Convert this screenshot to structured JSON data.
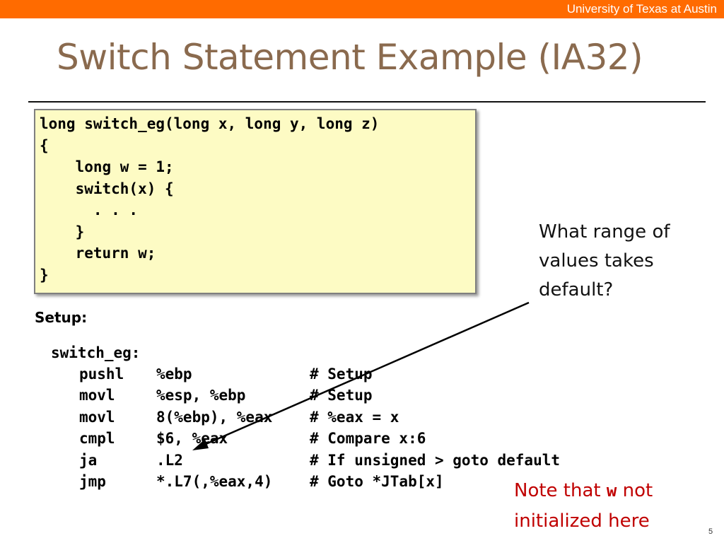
{
  "header": {
    "institution": "University of Texas at Austin",
    "bar_color": "#ff6b00"
  },
  "title": "Switch Statement Example (IA32)",
  "c_code": {
    "lines": [
      "long switch_eg(long x, long y, long z)",
      "{",
      "    long w = 1;",
      "    switch(x) {",
      "      . . .",
      "    }",
      "    return w;",
      "}"
    ]
  },
  "question": {
    "lines": [
      "What range of",
      "values takes",
      "default?"
    ]
  },
  "setup_label": "Setup:",
  "assembly": {
    "label": "switch_eg:",
    "rows": [
      {
        "instr": "pushl",
        "operands": "%ebp",
        "comment": "# Setup"
      },
      {
        "instr": "movl",
        "operands": "%esp, %ebp",
        "comment": "# Setup"
      },
      {
        "instr": "movl",
        "operands": "8(%ebp), %eax",
        "comment": "# %eax = x"
      },
      {
        "instr": "cmpl",
        "operands": "$6, %eax",
        "comment": "# Compare x:6"
      },
      {
        "instr": "ja",
        "operands": ".L2",
        "comment": "# If unsigned > goto default"
      },
      {
        "instr": "jmp",
        "operands": "*.L7(,%eax,4)",
        "comment": "# Goto *JTab[x]"
      }
    ]
  },
  "note": {
    "prefix": "Note that",
    "code_word": "w",
    "suffix": "not",
    "line2": "initialized here",
    "color": "#c00000"
  },
  "page_number": "5"
}
